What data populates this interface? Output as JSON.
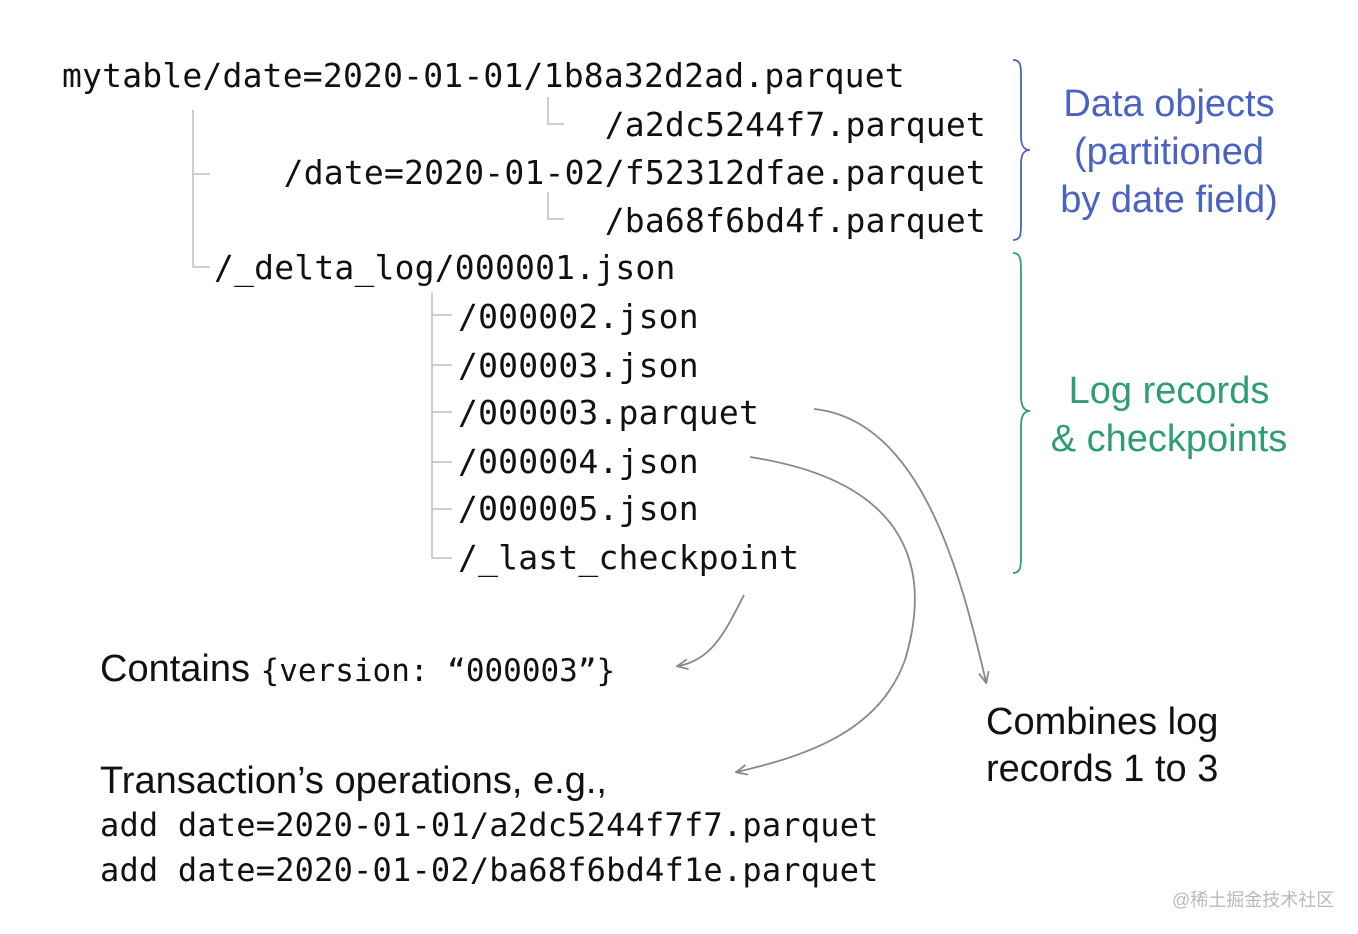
{
  "tree": {
    "root_path": "mytable/date=2020-01-01/1b8a32d2ad.parquet",
    "file_1b": "/a2dc5244f7.parquet",
    "date_02": "/date=2020-01-02/f52312dfae.parquet",
    "file_2b": "/ba68f6bd4f.parquet",
    "delta_log": "/_delta_log/000001.json",
    "log_000002": "/000002.json",
    "log_000003": "/000003.json",
    "checkpoint_000003": "/000003.parquet",
    "log_000004": "/000004.json",
    "log_000005": "/000005.json",
    "last_checkpoint": "/_last_checkpoint"
  },
  "labels": {
    "data_objects": [
      "Data objects",
      "(partitioned",
      "by date field)"
    ],
    "log_records": [
      "Log records",
      "& checkpoints"
    ]
  },
  "notes": {
    "contains_prefix": "Contains ",
    "contains_code": "{version: “000003”}",
    "combines": [
      "Combines log",
      "records 1 to 3"
    ],
    "transaction_title": "Transaction’s operations, e.g.,",
    "transaction_ops": [
      "add date=2020-01-01/a2dc5244f7f7.parquet",
      "add date=2020-01-02/ba68f6bd4f1e.parquet"
    ]
  },
  "watermark": "@稀土掘金技术社区",
  "colors": {
    "data_objects_accent": "#4a62c4",
    "log_records_accent": "#2e9d74",
    "connector_lines": "#bbbbbb",
    "arrows": "#888888"
  }
}
